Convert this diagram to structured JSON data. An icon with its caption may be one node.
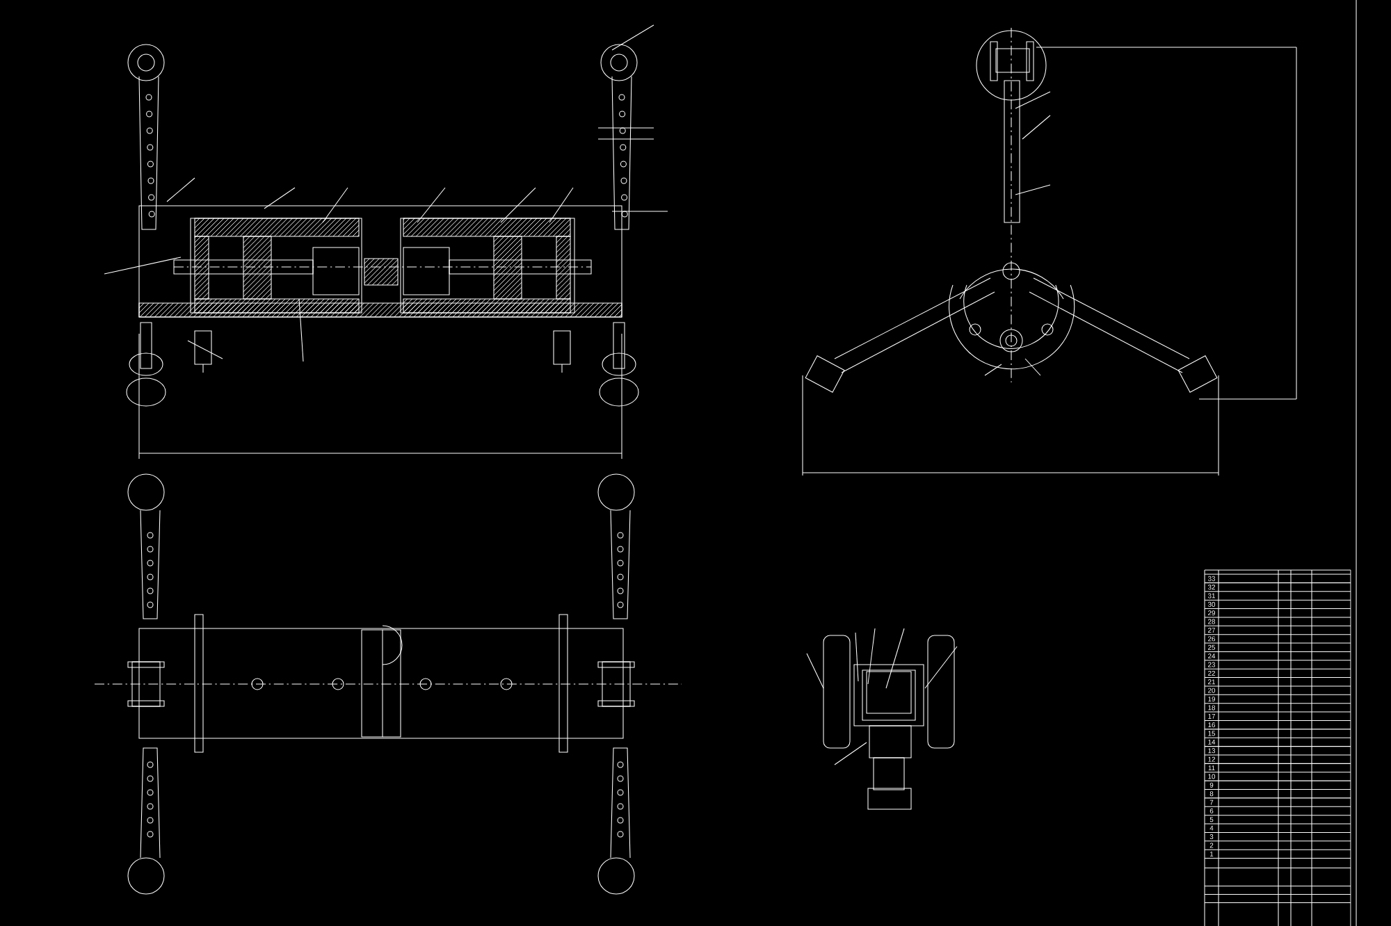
{
  "diagram": {
    "labels": [
      "33",
      "32",
      "31",
      "30",
      "29",
      "28",
      "27",
      "26",
      "25",
      "24",
      "23",
      "22",
      "21",
      "20",
      "19",
      "18",
      "17",
      "16",
      "15",
      "14",
      "13",
      "12",
      "11",
      "10",
      "9",
      "8",
      "7",
      "6",
      "5",
      "4",
      "3",
      "2",
      "1"
    ]
  }
}
